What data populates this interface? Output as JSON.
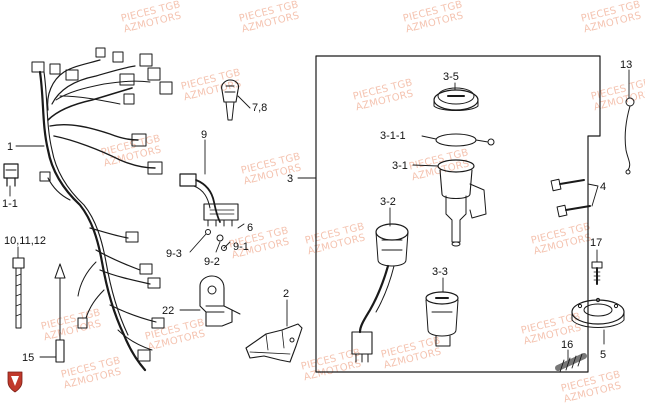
{
  "watermark": {
    "line1": "PIECES TGB",
    "line2": "AZMOTORS",
    "color": "#f3b9a3"
  },
  "callouts": {
    "harness": "1",
    "fuse_holder": "1-1",
    "tie_bands": "10,11,12",
    "tie_clip": "15",
    "relay_cover": "7,8",
    "sub_harness": "9",
    "sub_harness_bracket": "6",
    "washer_a": "9-3",
    "washer_b": "9-2",
    "washer_c": "9-1",
    "bracket": "22",
    "heat_shield": "2",
    "lock_set": "3",
    "lock_cap": "3-5",
    "key_cover": "3-1-1",
    "main_lock": "3-1",
    "ignition_switch": "3-2",
    "seat_lock": "3-3",
    "cable": "13",
    "bolts": "4",
    "screw": "17",
    "fuel_cap": "5",
    "spring": "16"
  },
  "colors": {
    "line": "#1a1a1a",
    "text": "#111111",
    "logo": "#c0392b"
  },
  "icons": {
    "brand": "tgb-shield-logo"
  }
}
